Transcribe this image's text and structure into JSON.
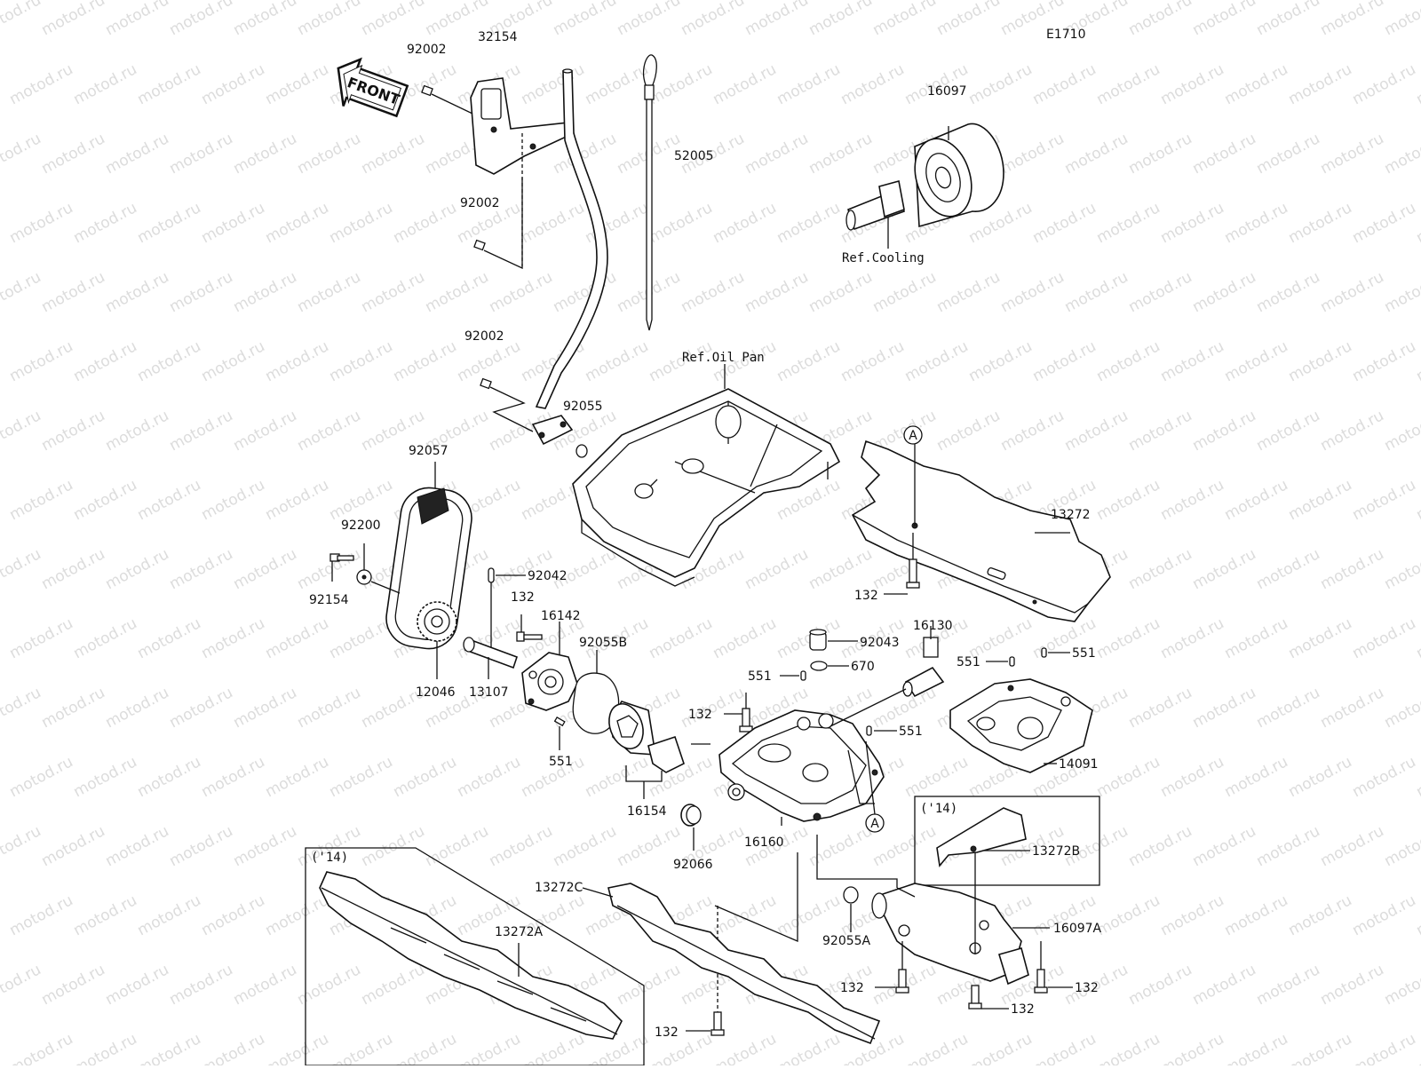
{
  "diagram": {
    "code": "E1710",
    "front_label": "FRONT",
    "watermark": "motod.ru",
    "refs": {
      "oil_pan": "Ref.Oil Pan",
      "cooling": "Ref.Cooling"
    },
    "year_tags": {
      "left_box": "('14)",
      "right_box": "('14)"
    },
    "callouts": {
      "p32154": "32154",
      "p92002_top": "92002",
      "p92002_mid": "92002",
      "p92002_low": "92002",
      "p52005": "52005",
      "p16097": "16097",
      "p92055": "92055",
      "p92057": "92057",
      "p92200": "92200",
      "p92154": "92154",
      "p92042": "92042",
      "p132_pump": "132",
      "p16142": "16142",
      "p92055B": "92055B",
      "p12046": "12046",
      "p13107": "13107",
      "p551_pump": "551",
      "p16154": "16154",
      "p13272": "13272",
      "p132_right": "132",
      "p92043": "92043",
      "p16130": "16130",
      "p670": "670",
      "p551_a": "551",
      "p551_b": "551",
      "p551_c": "551",
      "p551_d": "551",
      "p132_body": "132",
      "p14091": "14091",
      "p92066": "92066",
      "p16160": "16160",
      "p13272B": "13272B",
      "p13272C": "13272C",
      "p13272A": "13272A",
      "p92055A": "92055A",
      "p16097A": "16097A",
      "p132_b1": "132",
      "p132_b2": "132",
      "p132_b3": "132",
      "p132_b4": "132",
      "circle_a1": "A",
      "circle_a2": "A"
    }
  }
}
